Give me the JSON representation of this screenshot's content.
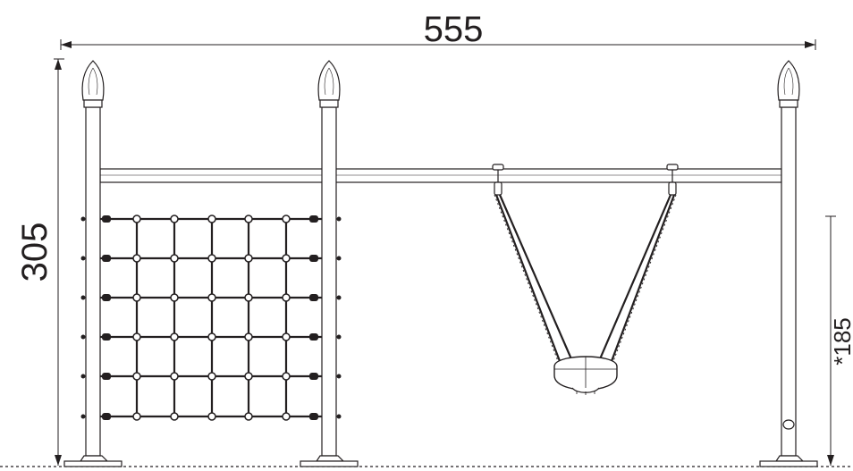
{
  "dimensions": {
    "width_label": "555",
    "height_label": "305",
    "swing_height_label": "*185"
  },
  "colors": {
    "line": "#231f20",
    "post_fill": "#ffffff",
    "finial_fill": "#ffffff"
  },
  "structure": {
    "posts": 3,
    "net_rows": 6,
    "net_columns": 6
  }
}
